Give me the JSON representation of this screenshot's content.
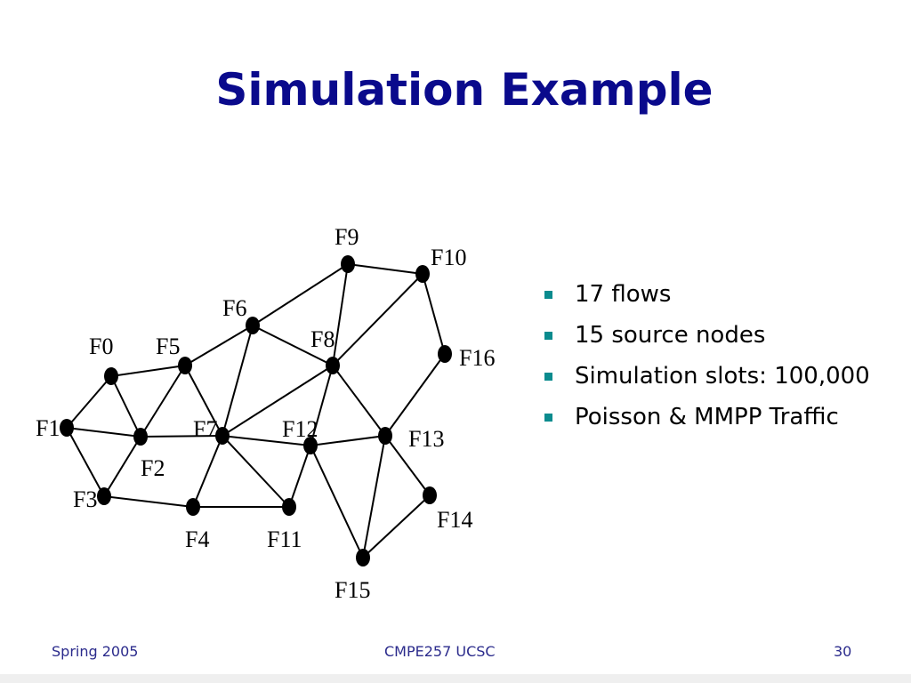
{
  "title": "Simulation Example",
  "bullets": [
    "17 flows",
    "15 source nodes",
    "Simulation slots: 100,000",
    "Poisson & MMPP Traffic"
  ],
  "footer": {
    "left": "Spring 2005",
    "center": "CMPE257   UCSC",
    "right": "30"
  },
  "colors": {
    "title": "#0a0a8c",
    "bullet": "#0b8b8e",
    "footer": "#2b2b8c"
  },
  "diagram": {
    "nodes": [
      {
        "id": "F0",
        "label": "F0"
      },
      {
        "id": "F1",
        "label": "F1"
      },
      {
        "id": "F2",
        "label": "F2"
      },
      {
        "id": "F3",
        "label": "F3"
      },
      {
        "id": "F4",
        "label": "F4"
      },
      {
        "id": "F5",
        "label": "F5"
      },
      {
        "id": "F6",
        "label": "F6"
      },
      {
        "id": "F7",
        "label": "F7"
      },
      {
        "id": "F8",
        "label": "F8"
      },
      {
        "id": "F9",
        "label": "F9"
      },
      {
        "id": "F10",
        "label": "F10"
      },
      {
        "id": "F11",
        "label": "F11"
      },
      {
        "id": "F12",
        "label": "F12"
      },
      {
        "id": "F13",
        "label": "F13"
      },
      {
        "id": "F14",
        "label": "F14"
      },
      {
        "id": "F15",
        "label": "F15"
      },
      {
        "id": "F16",
        "label": "F16"
      }
    ],
    "edges": [
      [
        "F0",
        "F1"
      ],
      [
        "F0",
        "F5"
      ],
      [
        "F0",
        "F2"
      ],
      [
        "F1",
        "F2"
      ],
      [
        "F1",
        "F3"
      ],
      [
        "F3",
        "F2"
      ],
      [
        "F3",
        "F4"
      ],
      [
        "F2",
        "F5"
      ],
      [
        "F2",
        "F7"
      ],
      [
        "F5",
        "F7"
      ],
      [
        "F5",
        "F6"
      ],
      [
        "F6",
        "F9"
      ],
      [
        "F6",
        "F7"
      ],
      [
        "F6",
        "F8"
      ],
      [
        "F9",
        "F10"
      ],
      [
        "F9",
        "F8"
      ],
      [
        "F10",
        "F8"
      ],
      [
        "F10",
        "F16"
      ],
      [
        "F7",
        "F8"
      ],
      [
        "F7",
        "F12"
      ],
      [
        "F7",
        "F4"
      ],
      [
        "F7",
        "F11"
      ],
      [
        "F4",
        "F11"
      ],
      [
        "F8",
        "F12"
      ],
      [
        "F8",
        "F13"
      ],
      [
        "F12",
        "F13"
      ],
      [
        "F12",
        "F11"
      ],
      [
        "F12",
        "F15"
      ],
      [
        "F13",
        "F16"
      ],
      [
        "F13",
        "F15"
      ],
      [
        "F13",
        "F14"
      ],
      [
        "F14",
        "F15"
      ]
    ]
  }
}
